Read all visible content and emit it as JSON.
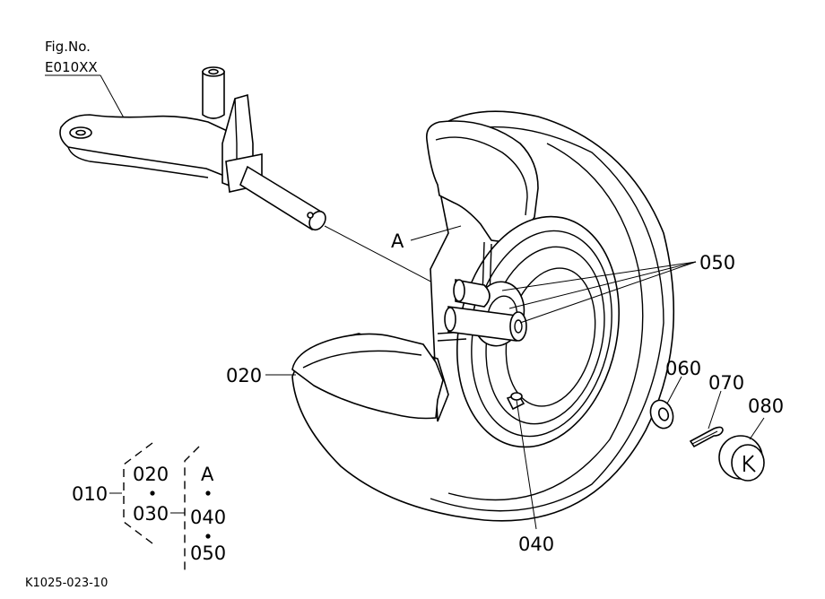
{
  "fig": {
    "line1": "Fig.No.",
    "line2": "E010XX"
  },
  "callouts": {
    "a": "A",
    "p050": "050",
    "p020": "020",
    "p060": "060",
    "p070": "070",
    "p080": "080",
    "p040": "040"
  },
  "legend": {
    "p010": "010",
    "p020": "020",
    "p030": "030",
    "a": "A",
    "p040": "040",
    "p050": "050"
  },
  "drawing_code": "K1025-023-10"
}
